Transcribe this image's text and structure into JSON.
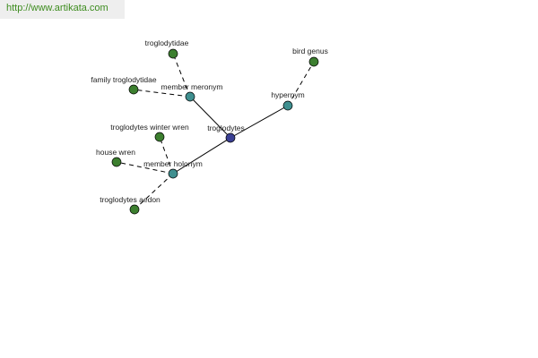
{
  "source_url": "http://www.artikata.com",
  "colors": {
    "center": "#3a3f93",
    "relation": "#3f8f8f",
    "leaf": "#3c7f2f",
    "url_text": "#3d8c1e"
  },
  "nodes": {
    "troglodytes": "troglodytes",
    "hypernym": "hypernym",
    "bird_genus": "bird genus",
    "member_meronym": "member meronym",
    "troglodytidae": "troglodytidae",
    "family_troglodytidae": "family troglodytidae",
    "member_holonym": "member holonym",
    "winter_wren": "troglodytes winter wren",
    "house_wren": "house wren",
    "troglodytes_aedon": "troglodytes aedon"
  }
}
